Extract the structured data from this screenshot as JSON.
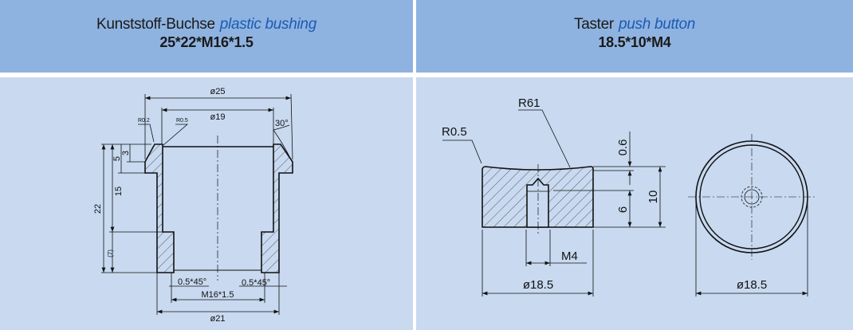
{
  "panels": [
    {
      "title_de": "Kunststoff-Buchse",
      "title_en": "plastic bushing",
      "spec": "25*22*M16*1.5",
      "dims": {
        "d25": "ø25",
        "d19": "ø19",
        "r02": "R0.2",
        "r05": "R0.5",
        "a30": "30°",
        "h22": "22",
        "h15": "15",
        "h5": "5",
        "h3": "3",
        "h7": "(7)",
        "ch1": "0.5*45°",
        "ch2": "0.5*45°",
        "m16": "M16*1.5",
        "d21": "ø21"
      }
    },
    {
      "title_de": "Taster",
      "title_en": "push button",
      "spec": "18.5*10*M4",
      "dims": {
        "r61": "R61",
        "r05": "R0.5",
        "h06": "0.6",
        "h10": "10",
        "h6": "6",
        "m4": "M4",
        "d185a": "ø18.5",
        "d185b": "ø18.5"
      }
    }
  ],
  "colors": {
    "header": "#8fb3e0",
    "body": "#c8d9f0",
    "accent": "#1b5bb5"
  }
}
